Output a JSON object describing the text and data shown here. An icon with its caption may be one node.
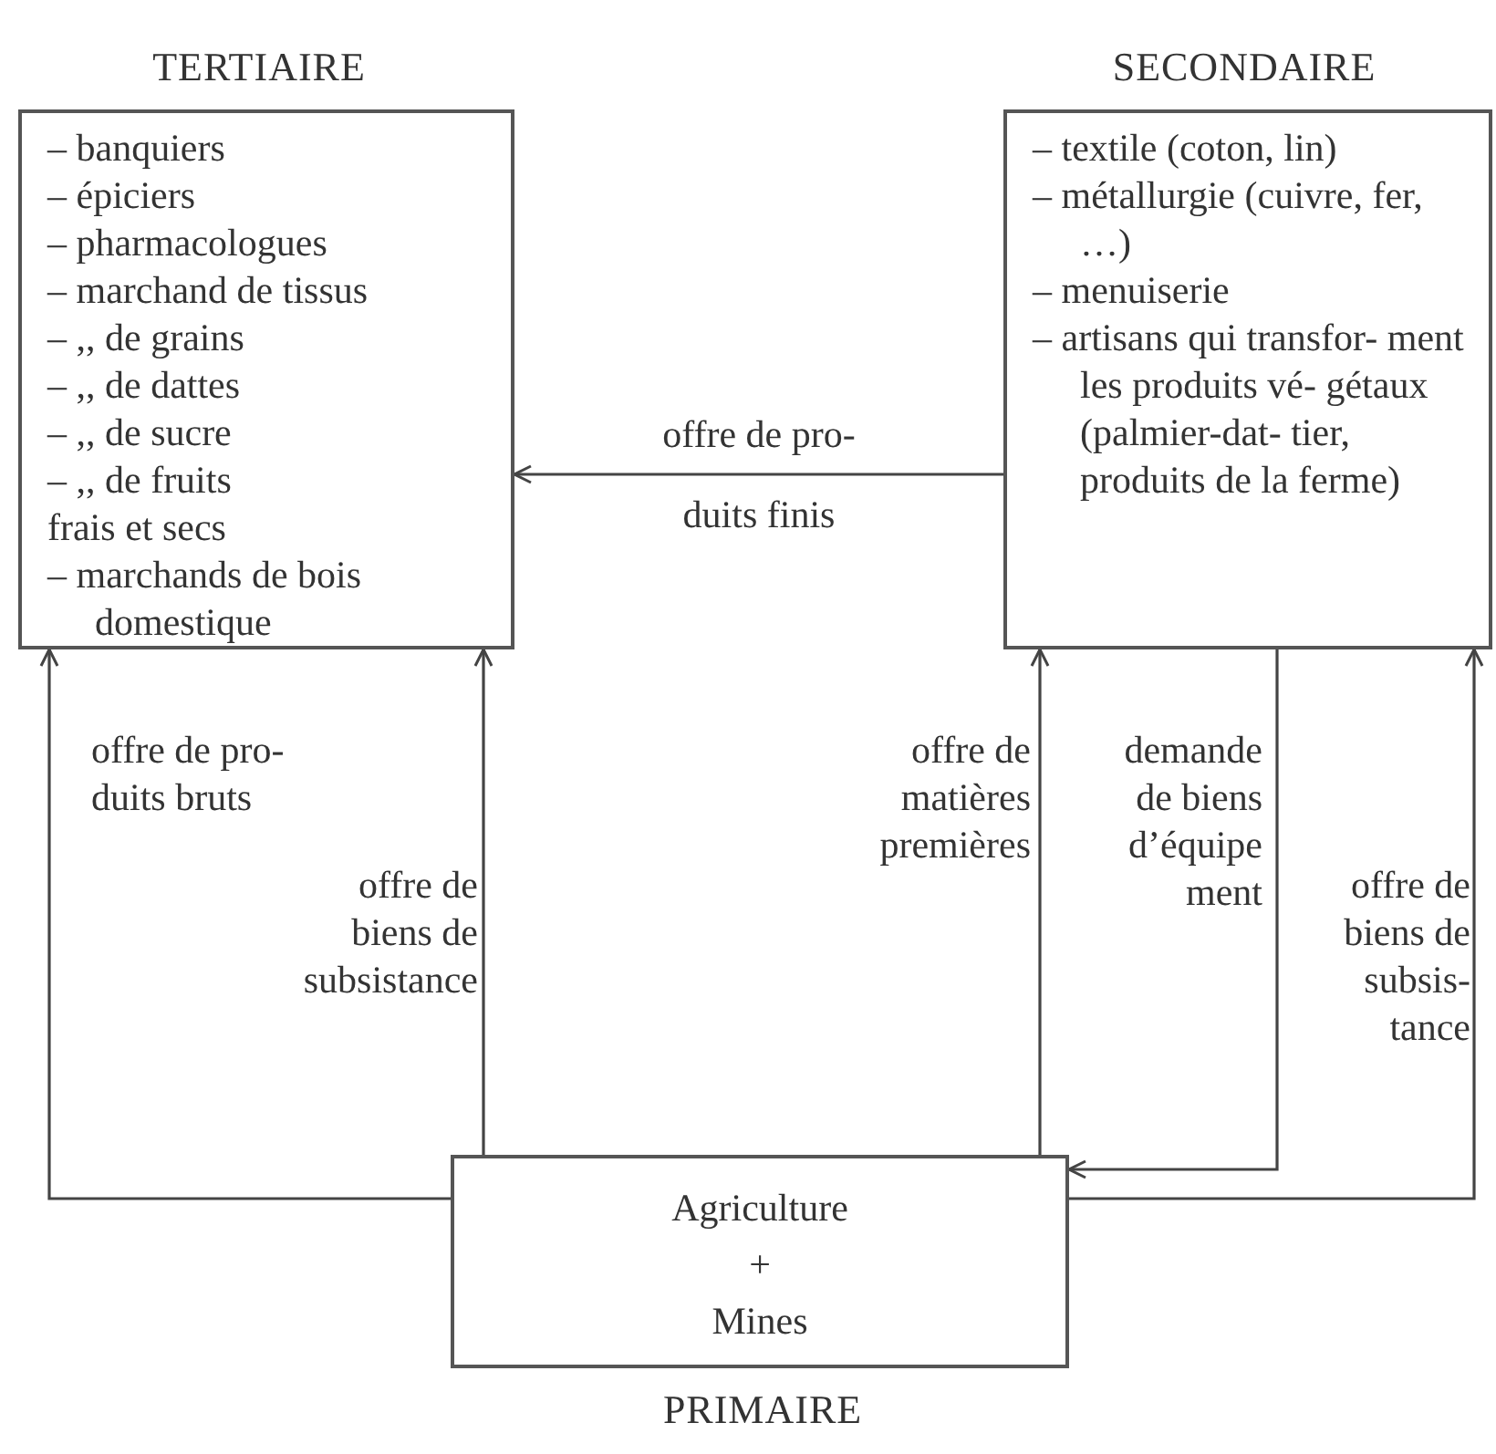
{
  "diagram": {
    "nodes": [
      {
        "text": [
          "TERTIAIRE",
          "– banquiers",
          "– épiciers",
          "– pharmacologues",
          "– marchand de tissus",
          "– ,, de grains",
          "– ,, de dattes",
          "– ,, de sucre",
          "– ,, de fruits",
          "frais et secs",
          "– marchands de bois domestique"
        ]
      },
      {
        "text": [
          "SECONDAIRE",
          "– textile (coton, lin)",
          "– métallurgie (cuivre, fer, …)",
          "– menuiserie",
          "– artisans qui transfor- ment les produits vé- gétaux (palmier-dat- tier, produits de la ferme)"
        ]
      },
      {
        "text": [
          "Agriculture",
          "+",
          "Mines",
          "PRIMAIRE"
        ]
      }
    ],
    "edges": [
      {
        "from": 1,
        "to": 0,
        "arrow": "to",
        "label": "offre de pro- duits finis"
      },
      {
        "from": 2,
        "to": 0,
        "arrow": "to",
        "label": "offre de pro- duits bruts"
      },
      {
        "from": 2,
        "to": 0,
        "arrow": "to",
        "label": "offre de biens de subsistance"
      },
      {
        "from": 2,
        "to": 1,
        "arrow": "to",
        "label": "offre de matières premières"
      },
      {
        "from": 1,
        "to": 2,
        "arrow": "to",
        "label": "demande de biens d’équipe ment"
      },
      {
        "from": 2,
        "to": 1,
        "arrow": "to",
        "label": "offre de biens de subsis- tance"
      }
    ]
  }
}
